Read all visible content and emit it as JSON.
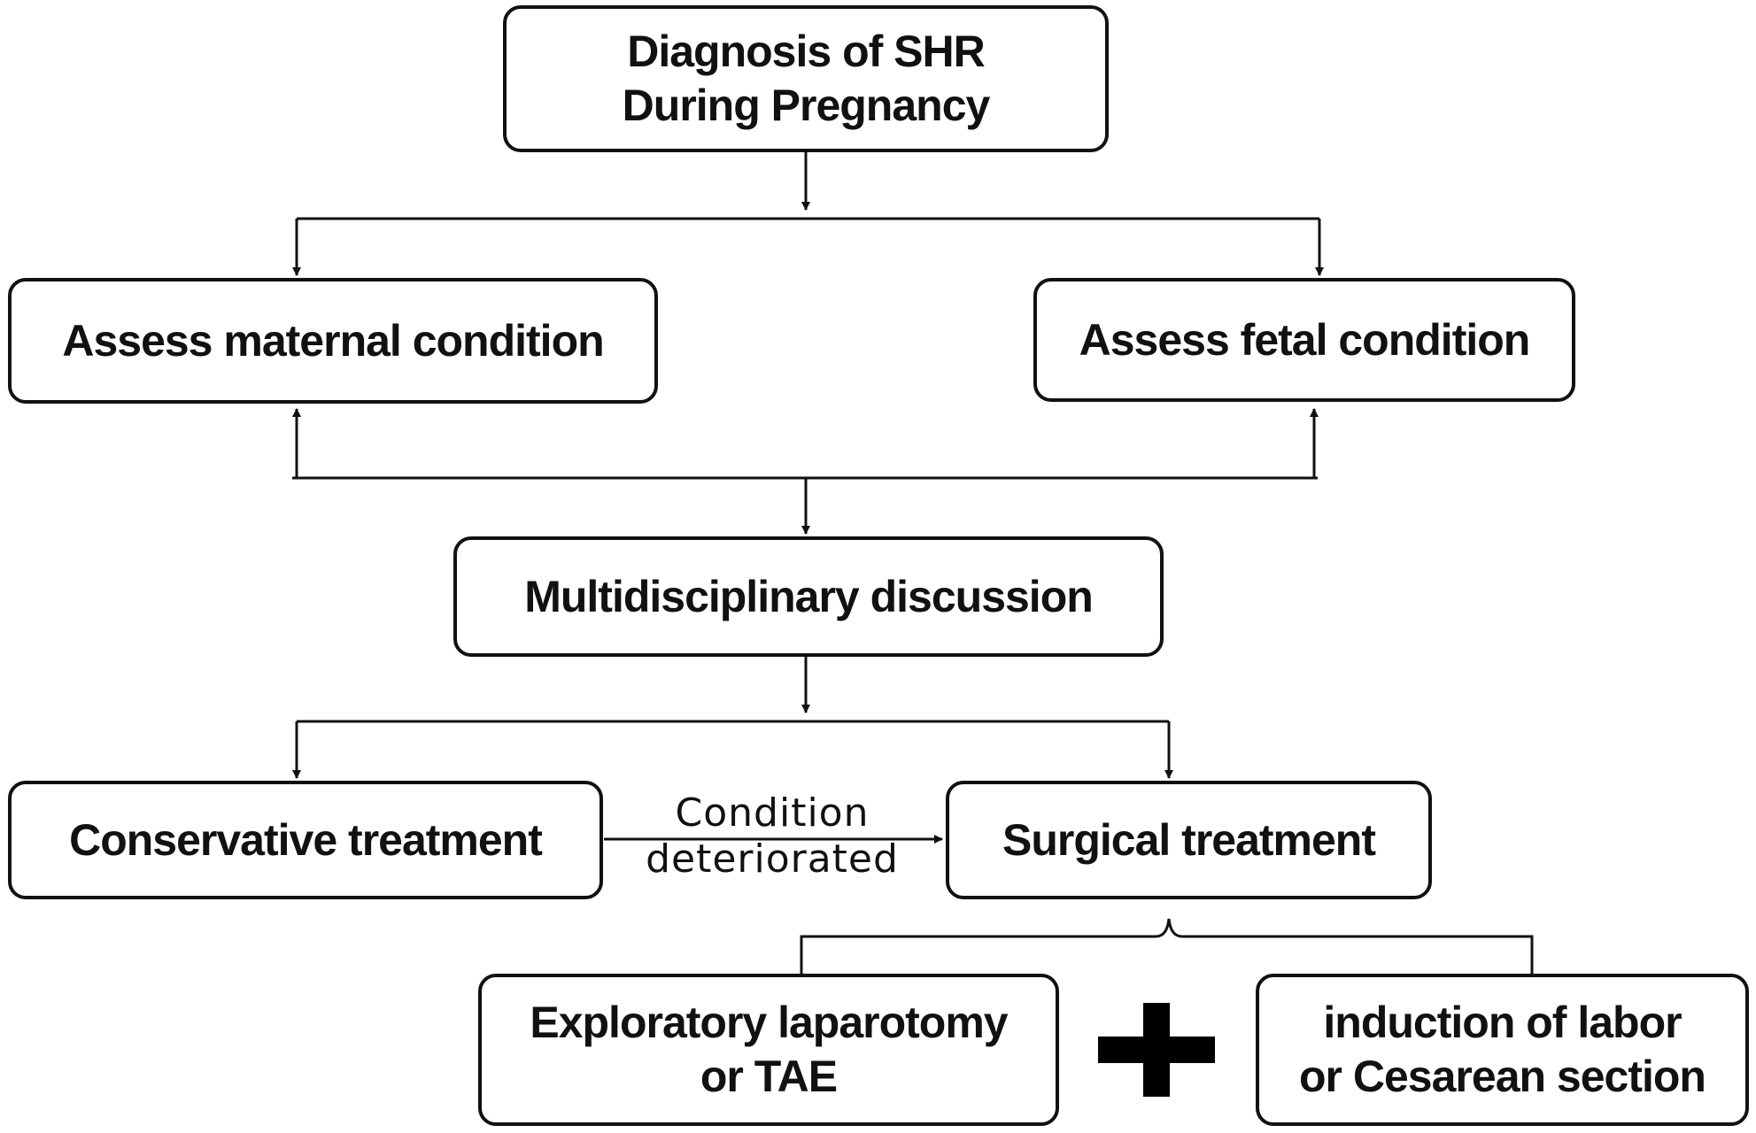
{
  "nodes": {
    "diagnosis": "Diagnosis of SHR\nDuring Pregnancy",
    "maternal": "Assess maternal condition",
    "fetal": "Assess fetal condition",
    "mdt": "Multidisciplinary discussion",
    "conservative": "Conservative treatment",
    "surgical": "Surgical treatment",
    "laparotomy": "Exploratory laparotomy\nor TAE",
    "labor": "induction of labor\nor Cesarean section"
  },
  "edges": {
    "deteriorated": "Condition\ndeteriorated"
  },
  "combine_symbol": "plus-icon"
}
